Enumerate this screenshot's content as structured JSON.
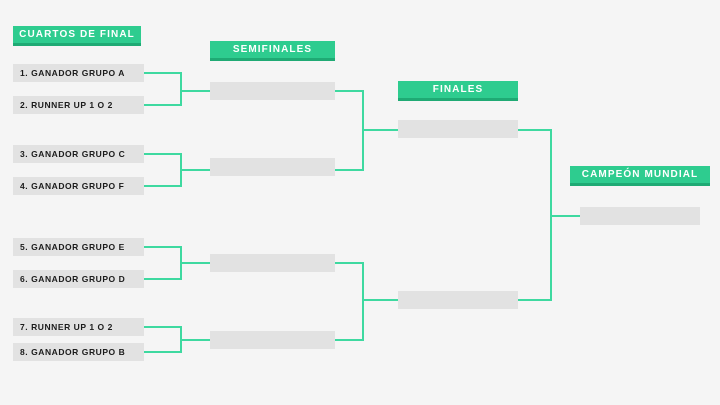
{
  "colors": {
    "background": "#f5f5f5",
    "accent_green": "#2ecc8f",
    "accent_green_shadow": "#1faa74",
    "connector_green": "#3ed9a0",
    "slot_gray": "#e2e2e2",
    "slot_text": "#1b1b1b",
    "header_text": "#ffffff"
  },
  "rounds": {
    "quarter_finals": {
      "header": "CUARTOS DE FINAL",
      "slots": [
        {
          "label": "1. GANADOR GRUPO A"
        },
        {
          "label": "2. RUNNER UP 1 O 2"
        },
        {
          "label": "3. GANADOR GRUPO C"
        },
        {
          "label": "4. GANADOR GRUPO F"
        },
        {
          "label": "5. GANADOR GRUPO E"
        },
        {
          "label": "6. GANADOR GRUPO D"
        },
        {
          "label": "7. RUNNER UP 1 O 2"
        },
        {
          "label": "8. GANADOR GRUPO B"
        }
      ]
    },
    "semi_finals": {
      "header": "SEMIFINALES",
      "slots": [
        {
          "label": ""
        },
        {
          "label": ""
        },
        {
          "label": ""
        },
        {
          "label": ""
        }
      ]
    },
    "finals": {
      "header": "FINALES",
      "slots": [
        {
          "label": ""
        },
        {
          "label": ""
        }
      ]
    },
    "champion": {
      "header": "CAMPEÓN MUNDIAL",
      "slots": [
        {
          "label": ""
        }
      ]
    }
  }
}
